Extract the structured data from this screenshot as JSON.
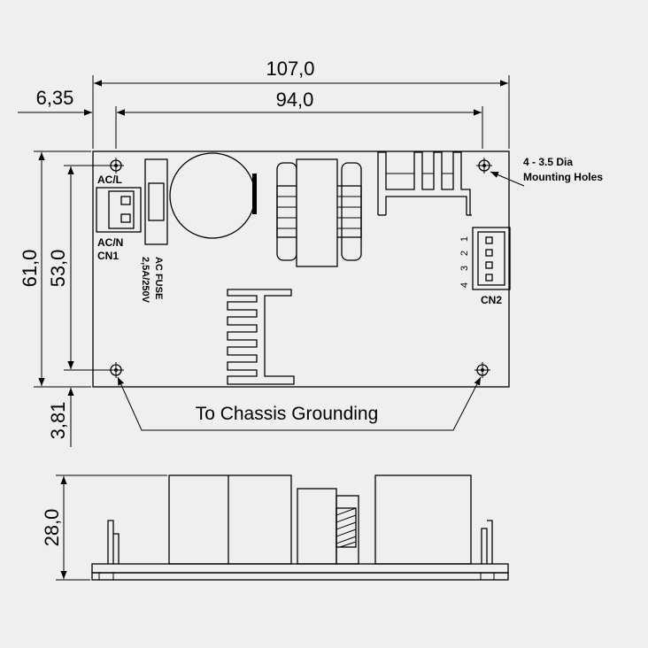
{
  "dimensions": {
    "overall_width": "107,0",
    "hole_spacing_width": "94,0",
    "hole_offset_x": "6,35",
    "overall_height": "61,0",
    "hole_spacing_height": "53,0",
    "hole_offset_y": "3,81",
    "component_height": "28,0"
  },
  "labels": {
    "ac_l": "AC/L",
    "ac_n": "AC/N",
    "cn1": "CN1",
    "cn2": "CN2",
    "fuse_line1": "AC FUSE",
    "fuse_line2": "2,5A/250V",
    "mounting_line1": "4 - 3.5 Dia",
    "mounting_line2": "Mounting Holes",
    "chassis_grounding": "To Chassis Grounding",
    "cn2_pins": [
      "1",
      "2",
      "3",
      "4"
    ]
  }
}
